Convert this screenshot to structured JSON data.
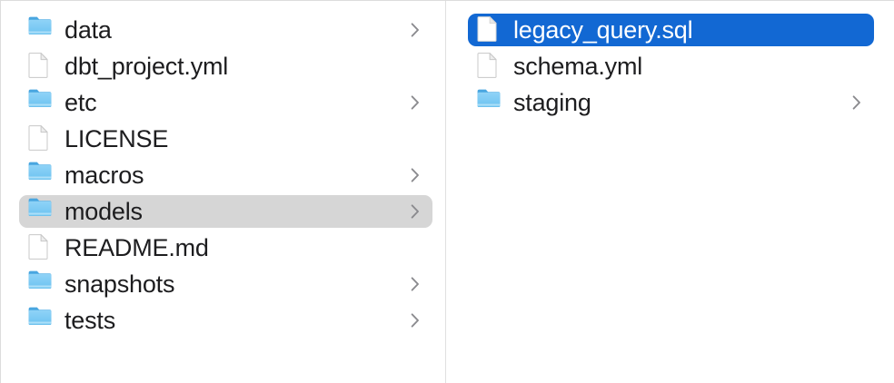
{
  "window": {
    "title": "Finder Column View",
    "view_mode": "column"
  },
  "theme": {
    "background": "#ffffff",
    "selection_active": "#1268d3",
    "selection_inactive": "#d6d6d6",
    "text": "#1d1d1f",
    "text_selected": "#ffffff",
    "divider": "#e0e0e0",
    "folder_blue": "#6dc2f2",
    "folder_blue_dark": "#3f9fe0",
    "file_white": "#ffffff",
    "chevron": "#8a8a8e"
  },
  "columns": [
    {
      "name": "column-left",
      "items": [
        {
          "label": "data",
          "icon": "folder-icon",
          "kind": "folder",
          "has_chevron": true,
          "selected": "none"
        },
        {
          "label": "dbt_project.yml",
          "icon": "document-icon",
          "kind": "file",
          "has_chevron": false,
          "selected": "none"
        },
        {
          "label": "etc",
          "icon": "folder-icon",
          "kind": "folder",
          "has_chevron": true,
          "selected": "none"
        },
        {
          "label": "LICENSE",
          "icon": "document-icon",
          "kind": "file",
          "has_chevron": false,
          "selected": "none"
        },
        {
          "label": "macros",
          "icon": "folder-icon",
          "kind": "folder",
          "has_chevron": true,
          "selected": "none"
        },
        {
          "label": "models",
          "icon": "folder-icon",
          "kind": "folder",
          "has_chevron": true,
          "selected": "inactive"
        },
        {
          "label": "README.md",
          "icon": "document-icon",
          "kind": "file",
          "has_chevron": false,
          "selected": "none"
        },
        {
          "label": "snapshots",
          "icon": "folder-icon",
          "kind": "folder",
          "has_chevron": true,
          "selected": "none"
        },
        {
          "label": "tests",
          "icon": "folder-icon",
          "kind": "folder",
          "has_chevron": true,
          "selected": "none"
        }
      ]
    },
    {
      "name": "column-right",
      "items": [
        {
          "label": "legacy_query.sql",
          "icon": "document-icon",
          "kind": "file",
          "has_chevron": false,
          "selected": "active"
        },
        {
          "label": "schema.yml",
          "icon": "document-icon",
          "kind": "file",
          "has_chevron": false,
          "selected": "none"
        },
        {
          "label": "staging",
          "icon": "folder-icon",
          "kind": "folder",
          "has_chevron": true,
          "selected": "none"
        }
      ]
    }
  ]
}
